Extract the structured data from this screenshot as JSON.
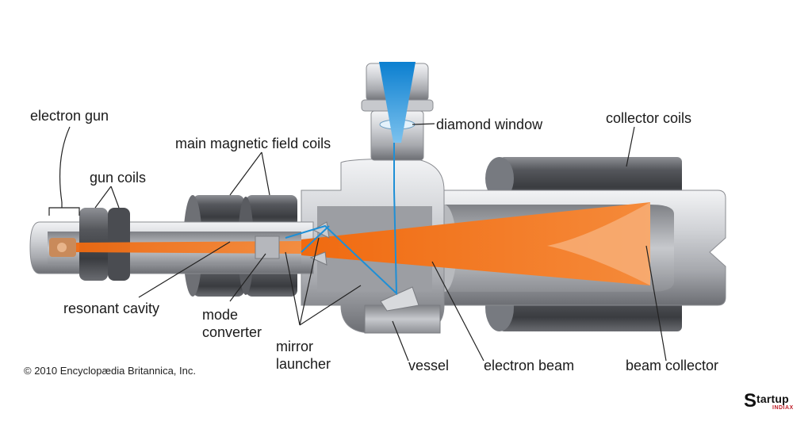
{
  "labels": {
    "electron_gun": "electron gun",
    "gun_coils": "gun coils",
    "main_magnetic_field_coils": "main magnetic field coils",
    "diamond_window": "diamond window",
    "collector_coils": "collector coils",
    "resonant_cavity": "resonant cavity",
    "mode_converter": "mode\nconverter",
    "mirror_launcher": "mirror\nlauncher",
    "vessel": "vessel",
    "electron_beam": "electron beam",
    "beam_collector": "beam collector"
  },
  "copyright": "© 2010 Encyclopædia Britannica, Inc.",
  "logo": {
    "main": "tartup",
    "letter": "S",
    "sub": "INDIAX"
  },
  "colors": {
    "beam": "#f07a22",
    "wave": "#1e8fd6",
    "metal_light": "#dcdde0",
    "metal_mid": "#a9abb0",
    "metal_dark": "#5d5f64",
    "coil_dark": "#3a3c40"
  }
}
